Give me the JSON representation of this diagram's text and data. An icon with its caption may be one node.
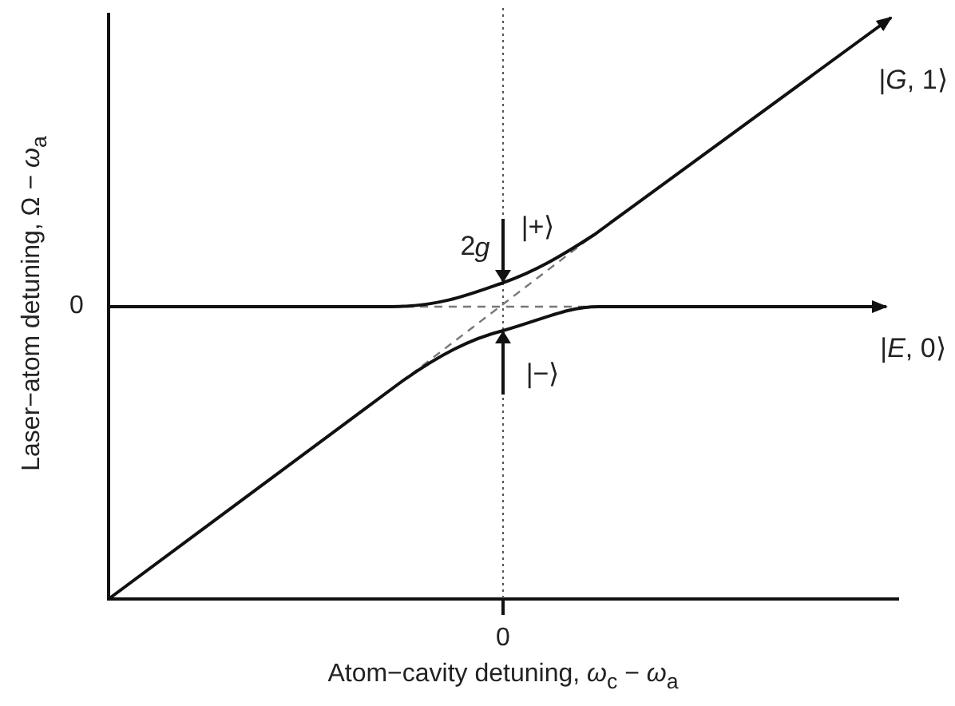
{
  "diagram": {
    "labels": [
      "|*G*, 1⟩",
      "2",
      "g",
      "|+⟩",
      "0",
      "|*E*, 0⟩",
      "|−⟩",
      "Laser−atom detuning, Ω − *ω*$_{a}$",
      "0",
      "Atom−cavity detuning, *ω*$_{c}$ − *ω*$_{a}$"
    ]
  }
}
